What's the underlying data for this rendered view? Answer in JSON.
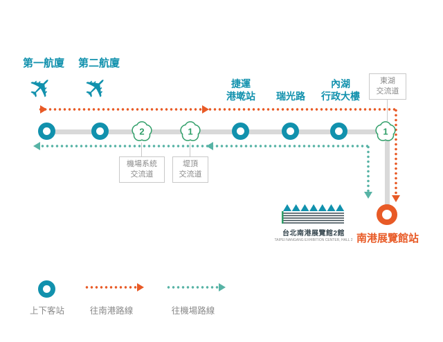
{
  "colors": {
    "teal": "#1191ad",
    "orange": "#e85a26",
    "green": "#2f9e68",
    "mint": "#57b3a5",
    "gray-line": "#d9d9d9",
    "box-border": "#c8c8c8",
    "text-gray": "#8a8a8a",
    "dark": "#37474f"
  },
  "icons": {
    "plane": "✈"
  },
  "terminals": [
    {
      "label": "第一航廈"
    },
    {
      "label": "第二航廈"
    }
  ],
  "stops": [
    {
      "label": "捷運\n港墘站"
    },
    {
      "label": "瑞光路"
    },
    {
      "label": "內湖\n行政大樓"
    }
  ],
  "interchanges": [
    {
      "number": "2",
      "label": "機場系統\n交流道"
    },
    {
      "number": "1",
      "label": "堤頂\n交流道"
    },
    {
      "number": "1",
      "label": "東湖\n交流道"
    }
  ],
  "terminus": {
    "label": "南港展覽館站"
  },
  "venue": {
    "name_zh": "台北南港展覽館2館",
    "name_en": "TAIPEI NANGANG EXHIBITION CENTER, HALL 2"
  },
  "legend": {
    "station": "上下客站",
    "to_nangang": "往南港路線",
    "to_airport": "往機場路線"
  }
}
